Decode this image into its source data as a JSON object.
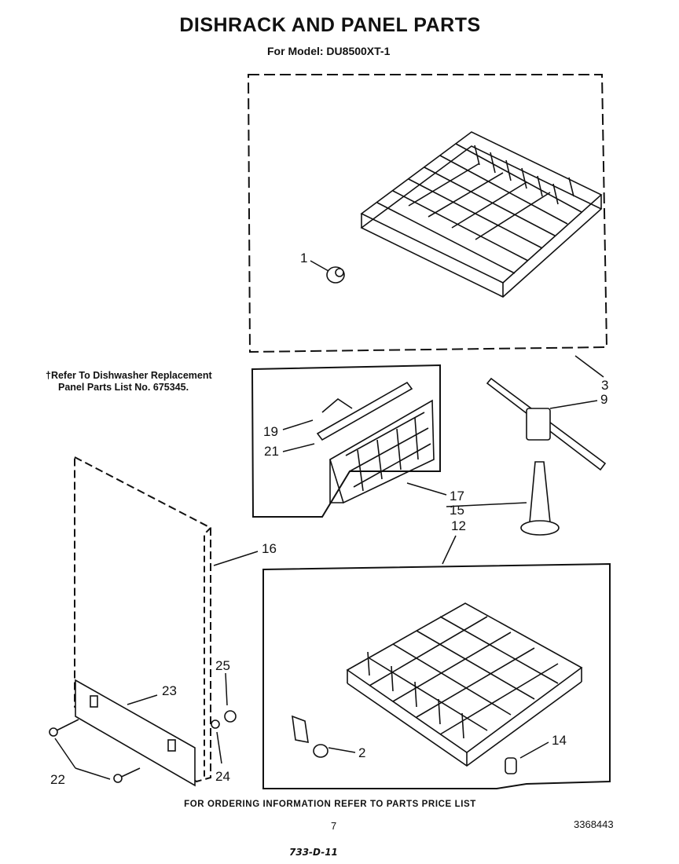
{
  "header": {
    "title": "DISHRACK AND PANEL PARTS",
    "model": "For Model: DU8500XT-1"
  },
  "note": {
    "line1": "†Refer To Dishwasher Replacement",
    "line2": "Panel Parts List No. 675345."
  },
  "callouts": [
    "1",
    "3",
    "9",
    "19",
    "21",
    "17",
    "15",
    "12",
    "16",
    "25",
    "23",
    "24",
    "22",
    "2",
    "14"
  ],
  "footer": {
    "ordering": "FOR ORDERING INFORMATION REFER TO PARTS PRICE LIST",
    "page": "7",
    "doc_number": "3368443",
    "handwritten": "733-D-11"
  }
}
